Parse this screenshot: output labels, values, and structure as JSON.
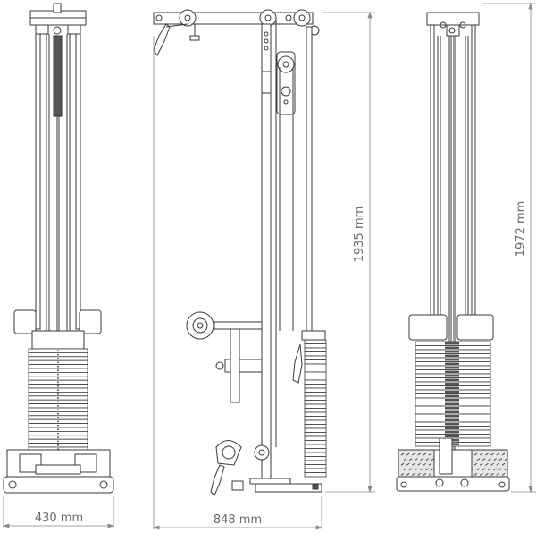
{
  "dimensions": {
    "front_width": "430 mm",
    "side_depth": "848 mm",
    "side_height": "1935 mm",
    "back_height": "1972 mm"
  },
  "colors": {
    "line": "#3a3a3a",
    "dim_line": "#8a8a8a",
    "dim_text": "#6b6b6b",
    "fill": "#ffffff",
    "grip_fill": "#e6e6e6"
  }
}
